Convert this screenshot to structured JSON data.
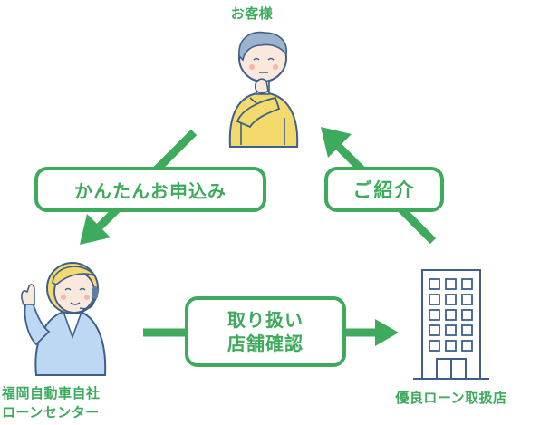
{
  "colors": {
    "accent": "#3daa5c",
    "outline": "#3d5f8a",
    "customer_shirt": "#f4da6c",
    "agent_jacket": "#bcd8f2",
    "agent_hair": "#f4d870",
    "skin": "#fbe8dc",
    "building_fill": "#ffffff"
  },
  "nodes": {
    "customer": {
      "label": "お客様",
      "icon": "thinking-customer-illustration"
    },
    "center": {
      "label_line1": "福岡自動車自社",
      "label_line2": "ローンセンター",
      "icon": "headset-agent-illustration"
    },
    "lender": {
      "label": "優良ローン取扱店",
      "icon": "office-building-illustration"
    }
  },
  "edges": {
    "apply": {
      "label": "かんたんお申込み",
      "from": "customer",
      "to": "center"
    },
    "introduce": {
      "label": "ご紹介",
      "from": "lender",
      "to": "customer"
    },
    "confirm": {
      "label_line1": "取り扱い",
      "label_line2": "店舗確認",
      "from": "center",
      "to": "lender"
    }
  }
}
